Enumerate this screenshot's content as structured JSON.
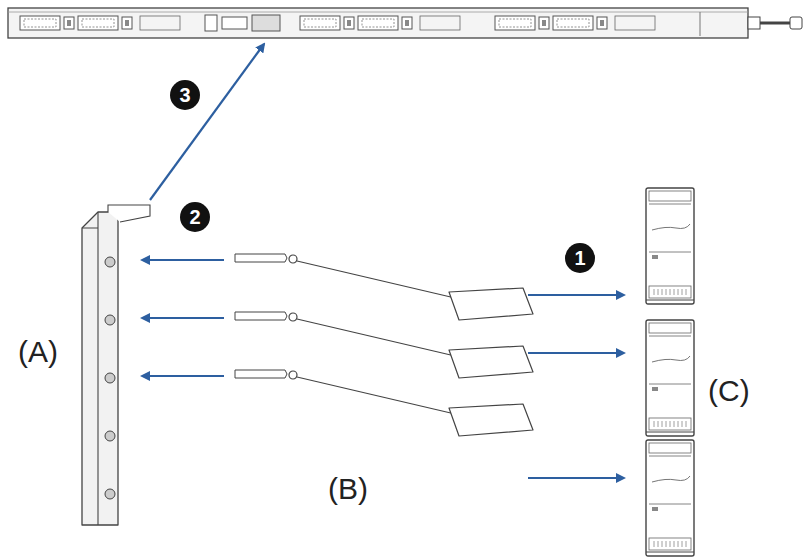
{
  "diagram": {
    "nodes": [
      {
        "text": [
          "3"
        ]
      },
      {
        "text": [
          "2"
        ]
      },
      {
        "text": [
          "1"
        ]
      }
    ],
    "labels": [
      "(A)",
      "(B)",
      "(C)"
    ]
  }
}
